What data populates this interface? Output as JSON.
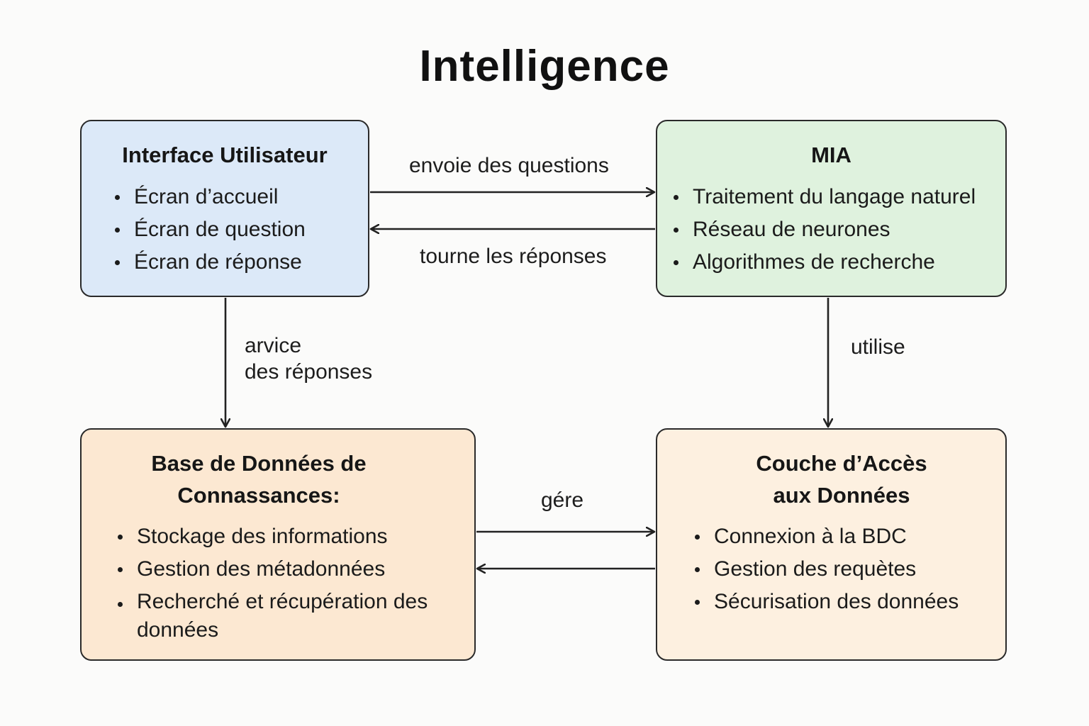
{
  "title": "Intelligence",
  "boxes": {
    "ui": {
      "title": "Interface Utilisateur",
      "items": [
        "Écran d’accueil",
        "Écran de question",
        "Écran de réponse"
      ],
      "color": "#dce9f8"
    },
    "mia": {
      "title": "MIA",
      "items": [
        "Traitement du langage naturel",
        "Réseau de neurones",
        "Algorithmes de recherche"
      ],
      "color": "#dff2de"
    },
    "kb": {
      "title_line1": "Base de Données de",
      "title_line2": "Connassances:",
      "items": [
        "Stockage des informations",
        "Gestion des métadonnées",
        "Recherché et récupération des données"
      ],
      "color": "#fce8d2"
    },
    "dal": {
      "title_line1": "Couche d’Accès",
      "title_line2": "aux Données",
      "items": [
        "Connexion à la BDC",
        "Gestion des requètes",
        "Sécurisation des données"
      ],
      "color": "#fdf0e0"
    }
  },
  "edges": {
    "ui_to_mia": "envoie des questions",
    "mia_to_ui": "tourne les réponses",
    "ui_to_kb_line1": "arvice",
    "ui_to_kb_line2": "des réponses",
    "mia_to_dal": "utilise",
    "kb_dal": "gére"
  },
  "colors": {
    "stroke": "#222222"
  }
}
